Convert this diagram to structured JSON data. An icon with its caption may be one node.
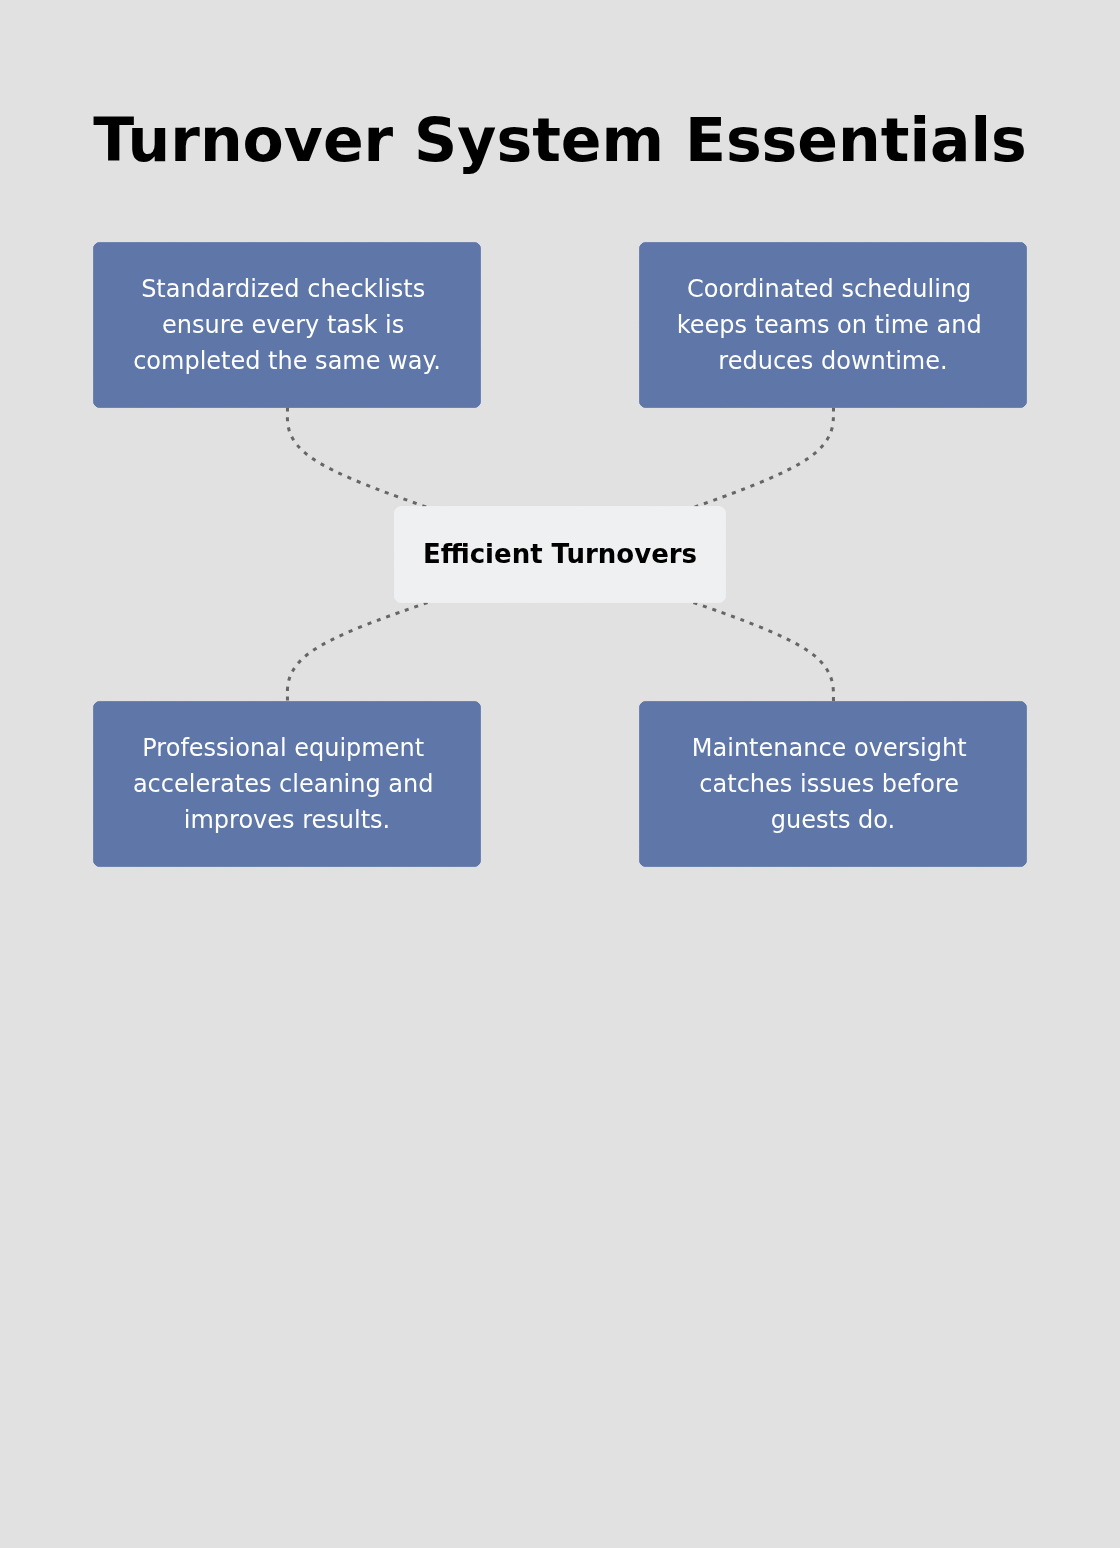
{
  "diagram": {
    "title": "Turnover System Essentials",
    "nodes": [
      {
        "text": [
          "Standardized checklists ensure every task is completed the same way."
        ]
      },
      {
        "text": [
          "Coordinated scheduling keeps teams on time and reduces downtime."
        ]
      },
      {
        "text": [
          "Efficient Turnovers"
        ]
      },
      {
        "text": [
          "Professional equipment accelerates cleaning and improves results."
        ]
      },
      {
        "text": [
          "Maintenance oversight catches issues before guests do."
        ]
      }
    ],
    "edges": [
      {
        "from": 0,
        "to": 2,
        "arrow": "none",
        "style": "dashed"
      },
      {
        "from": 1,
        "to": 2,
        "arrow": "none",
        "style": "dashed"
      },
      {
        "from": 2,
        "to": 3,
        "arrow": "none",
        "style": "dashed"
      },
      {
        "from": 2,
        "to": 4,
        "arrow": "none",
        "style": "dashed"
      }
    ]
  }
}
